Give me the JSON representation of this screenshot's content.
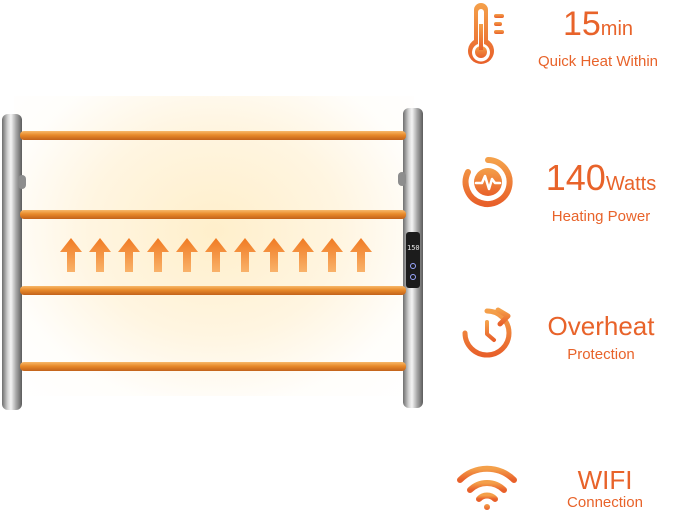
{
  "features": [
    {
      "value": "15",
      "unit": "min",
      "label": "Quick Heat Within",
      "icon": "thermometer-icon"
    },
    {
      "value": "140",
      "unit": "Watts",
      "label": "Heating Power",
      "icon": "power-pulse-icon"
    },
    {
      "value": "Overheat",
      "unit": "",
      "label": "Protection",
      "icon": "timer-arrow-icon"
    },
    {
      "value": "WIFI",
      "unit": "",
      "label": "Connection",
      "icon": "wifi-icon"
    }
  ],
  "panel": {
    "display": "150"
  },
  "colors": {
    "accent": "#e8632a",
    "bar": "#e88a2a",
    "glow": "#fff1d8"
  }
}
